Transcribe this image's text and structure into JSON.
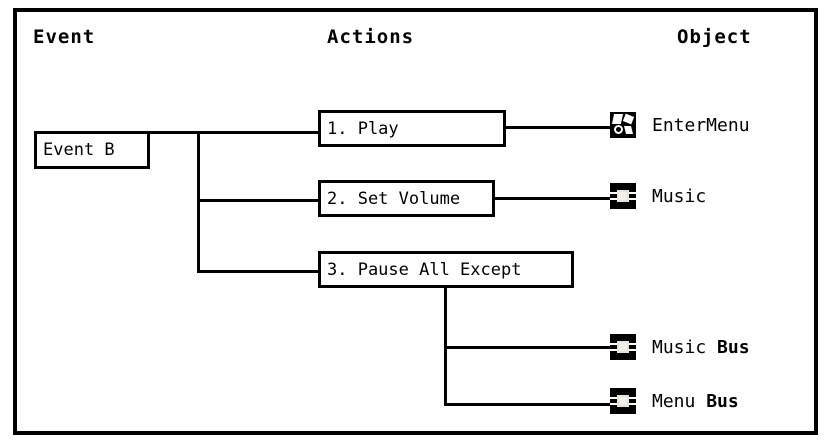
{
  "diagram": {
    "columns": {
      "event": "Event",
      "actions": "Actions",
      "object": "Object"
    },
    "event_node": {
      "label": "Event B"
    },
    "actions": [
      {
        "label": "1. Play"
      },
      {
        "label": "2. Set Volume"
      },
      {
        "label": "3. Pause All Except"
      }
    ],
    "objects": [
      {
        "label": "EnterMenu",
        "label_bold": "",
        "icon": "sound-event-icon"
      },
      {
        "label": "Music",
        "label_bold": "",
        "icon": "audio-bus-icon"
      },
      {
        "label": "Music ",
        "label_bold": "Bus",
        "icon": "audio-bus-icon"
      },
      {
        "label": "Menu ",
        "label_bold": "Bus",
        "icon": "audio-bus-icon"
      }
    ],
    "colors": {
      "ink": "#000000",
      "paper": "#ffffff"
    }
  }
}
